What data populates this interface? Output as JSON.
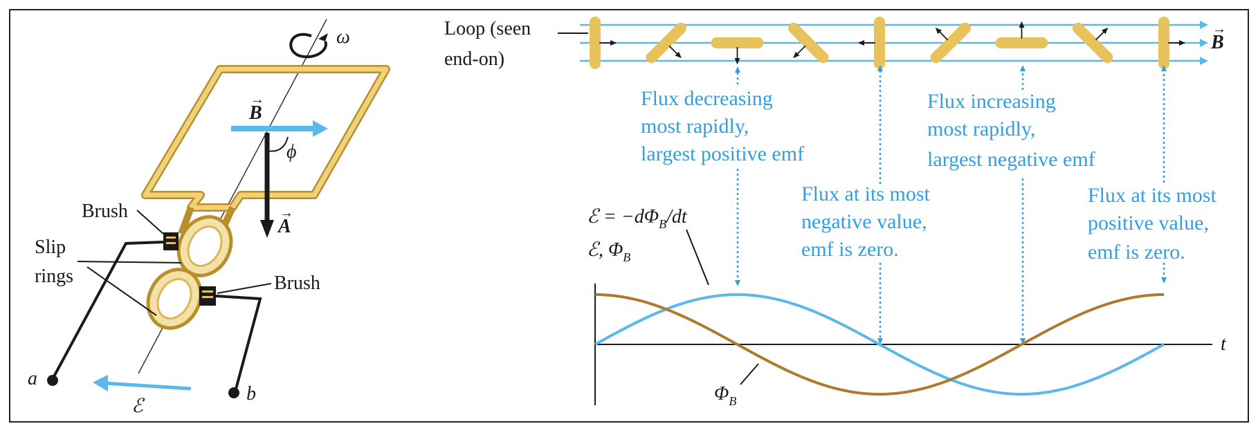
{
  "colors": {
    "loop_gold": "#e8c25a",
    "loop_gold_edge": "#b88f2a",
    "field_blue": "#5ab8ea",
    "text_blue": "#2f9fe0",
    "flux_brown": "#b07a2c",
    "ink": "#1a1a1a",
    "frame": "#222222"
  },
  "generator": {
    "omega": "ω",
    "B_vec": "B",
    "phi": "ϕ",
    "A_vec": "A",
    "brush_top": "Brush",
    "brush_bottom": "Brush",
    "slip_line1": "Slip",
    "slip_line2": "rings",
    "terminal_a": "a",
    "terminal_b": "b",
    "emf": "ℰ",
    "arrow_accent": "→"
  },
  "end_on": {
    "loop_label_line1": "Loop (seen",
    "loop_label_line2": "end-on)",
    "B_label": "B",
    "loop_angles_deg": [
      90,
      45,
      0,
      -45,
      -90,
      -135,
      180,
      135,
      90
    ]
  },
  "annotations": {
    "flux_decreasing": [
      "Flux decreasing",
      "most rapidly,",
      "largest positive emf"
    ],
    "flux_increasing": [
      "Flux increasing",
      "most rapidly,",
      "largest negative emf"
    ],
    "flux_most_negative": [
      "Flux at its most",
      "negative value,",
      "emf is zero."
    ],
    "flux_most_positive": [
      "Flux at its most",
      "positive value,",
      "emf is zero."
    ]
  },
  "graph": {
    "equation_prefix": "ℰ = −dΦ",
    "equation_sub": "B",
    "equation_suffix": "/dt",
    "y_axis_main": "ℰ, Φ",
    "y_axis_sub": "B",
    "x_axis": "t",
    "phi_label": "Φ",
    "phi_sub": "B"
  },
  "chart_data": {
    "type": "line",
    "x": [
      0,
      0.5,
      1,
      1.5,
      2
    ],
    "series": [
      {
        "name": "ℰ",
        "form": "sine",
        "values": [
          0,
          1,
          0,
          -1,
          0
        ]
      },
      {
        "name": "Φ_B",
        "form": "cosine",
        "values": [
          1,
          0,
          -1,
          0,
          1
        ]
      }
    ],
    "xlabel": "t",
    "ylabel": "ℰ, Φ_B",
    "grid": false
  }
}
